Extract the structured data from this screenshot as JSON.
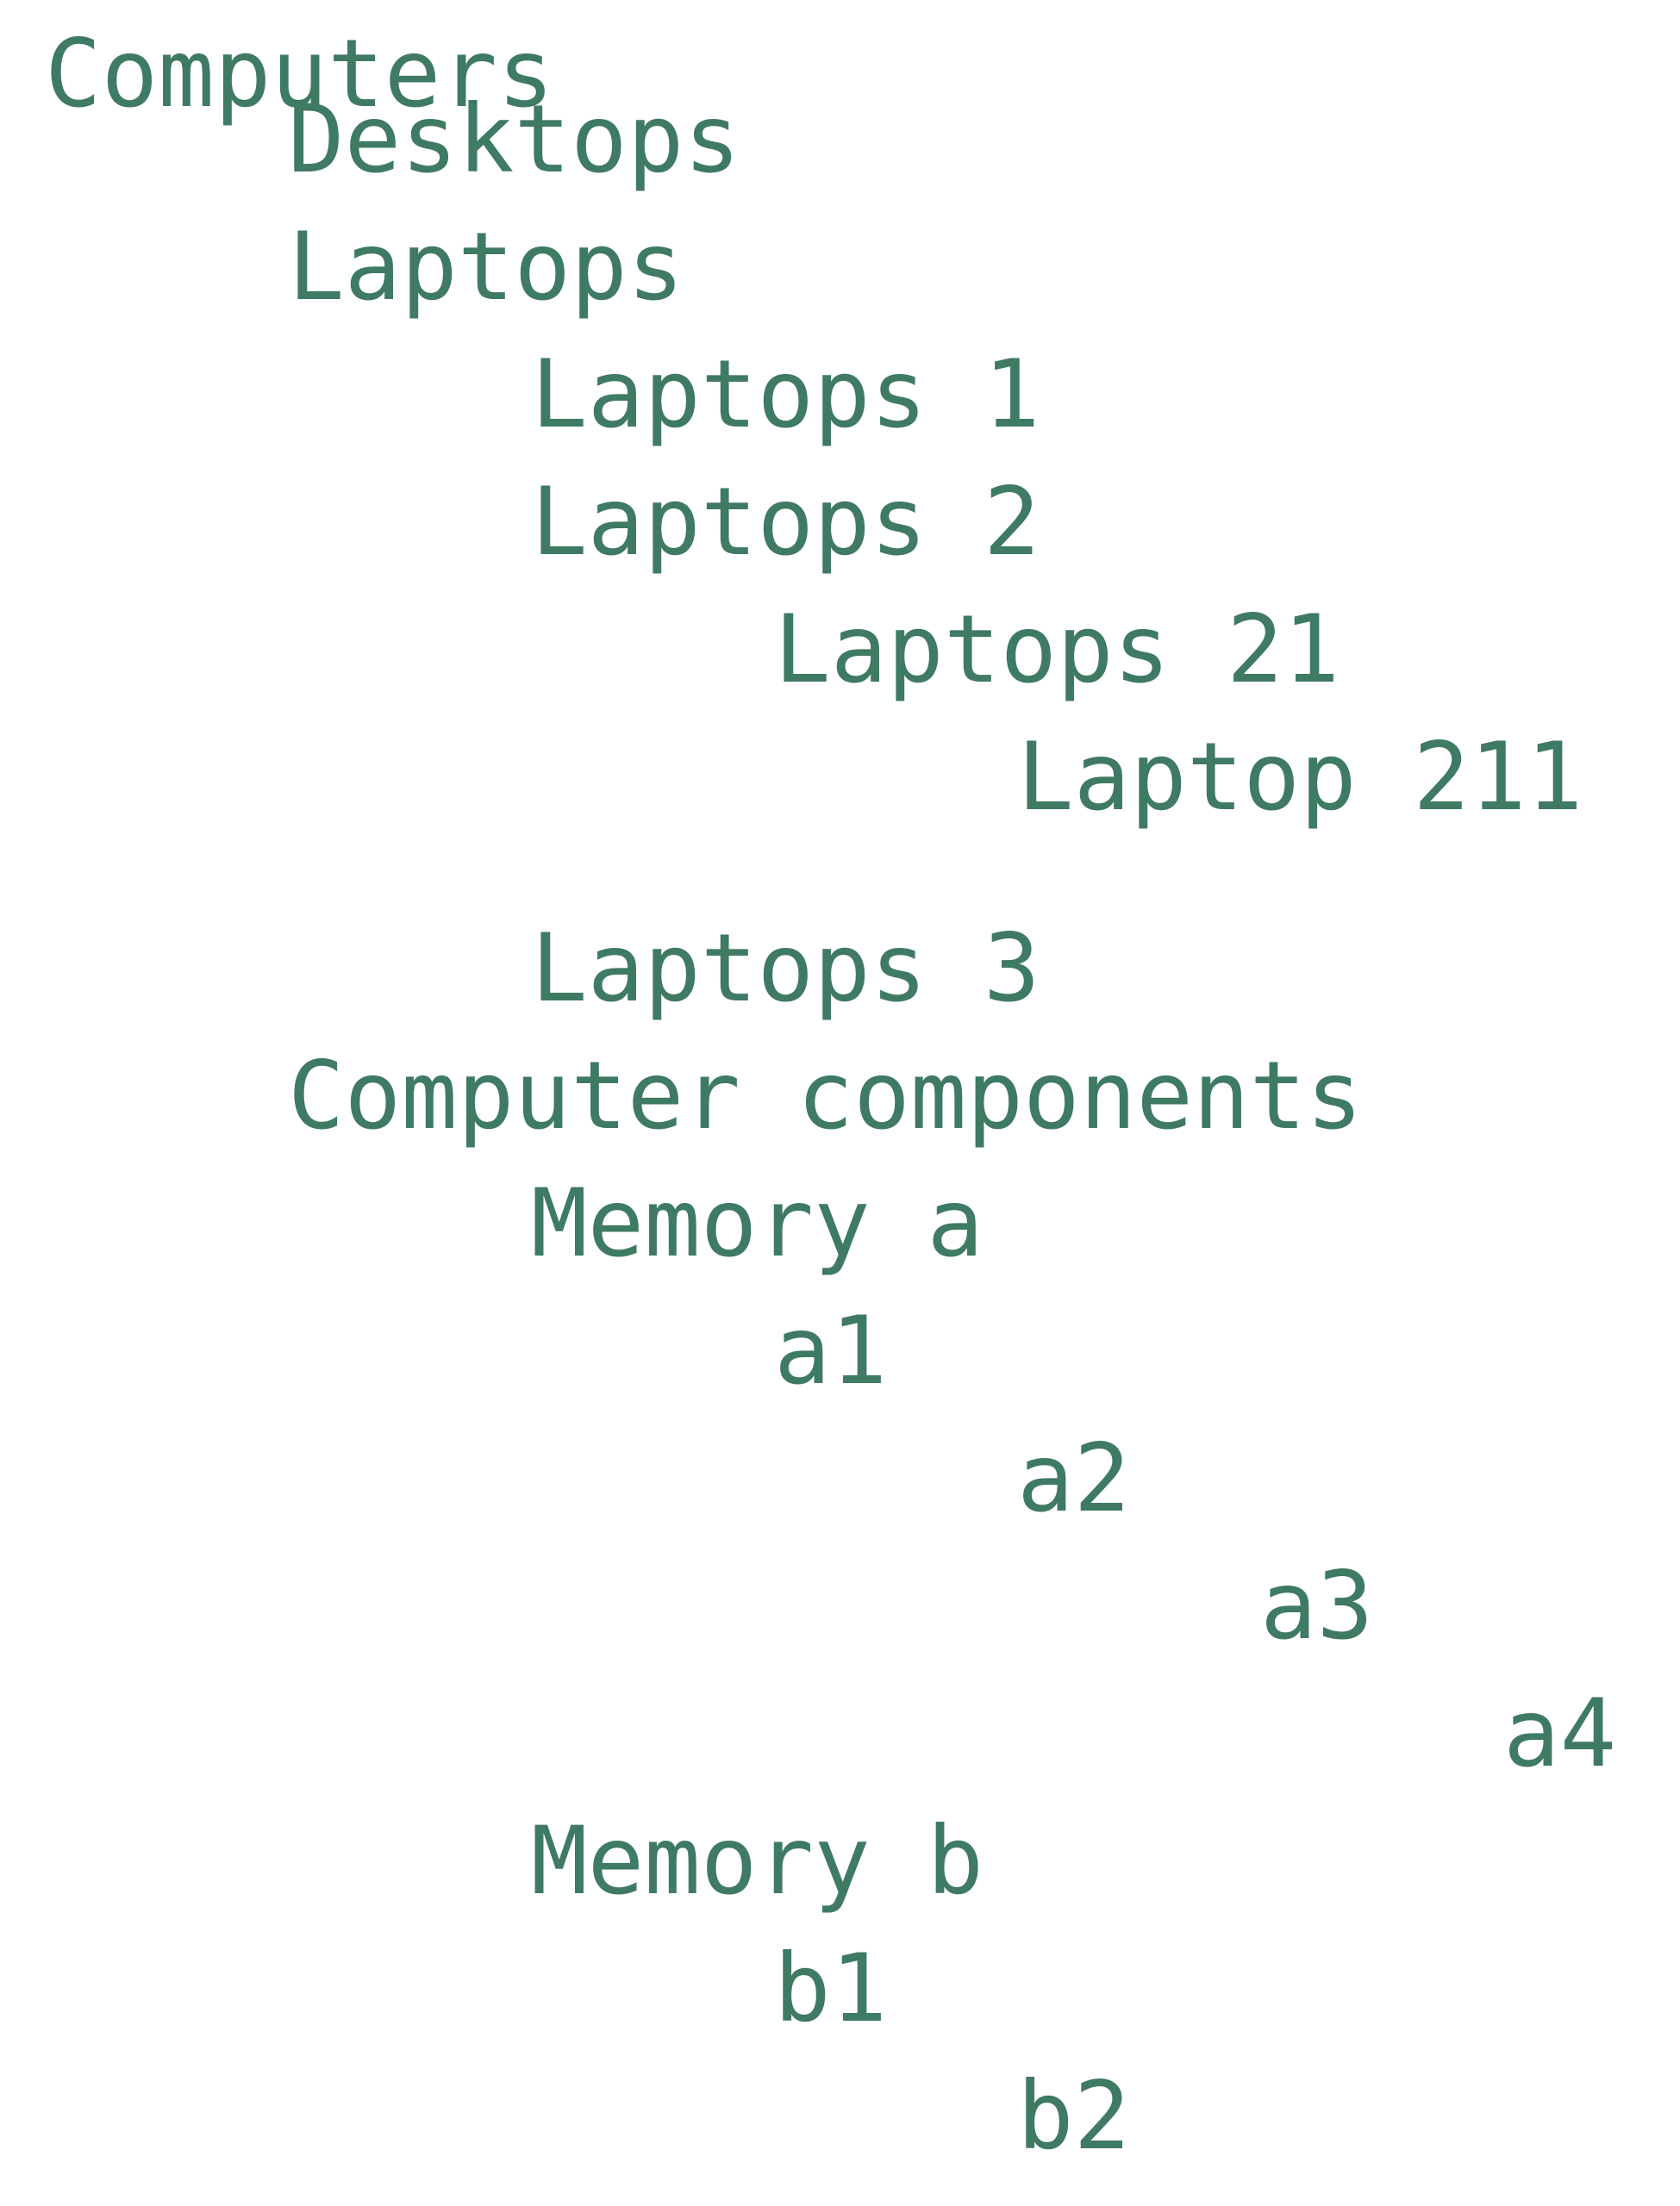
{
  "tree": {
    "items": [
      {
        "label": "Computers",
        "level": 0
      },
      {
        "label": "Desktops",
        "level": 1
      },
      {
        "label": "Laptops",
        "level": 1
      },
      {
        "label": "Laptops 1",
        "level": 2
      },
      {
        "label": "Laptops 2",
        "level": 2
      },
      {
        "label": "Laptops 21",
        "level": 3
      },
      {
        "label": "Laptop 211",
        "level": 4
      },
      {
        "label": "Laptops 3",
        "level": 2
      },
      {
        "label": "Computer components",
        "level": 1
      },
      {
        "label": "Memory a",
        "level": 2
      },
      {
        "label": "a1",
        "level": 3
      },
      {
        "label": "a2",
        "level": 4
      },
      {
        "label": "a3",
        "level": 5
      },
      {
        "label": "a4",
        "level": 6
      },
      {
        "label": "Memory b",
        "level": 2
      },
      {
        "label": "b1",
        "level": 3
      },
      {
        "label": "b2",
        "level": 4
      }
    ],
    "text_color": "#3f7a63"
  }
}
